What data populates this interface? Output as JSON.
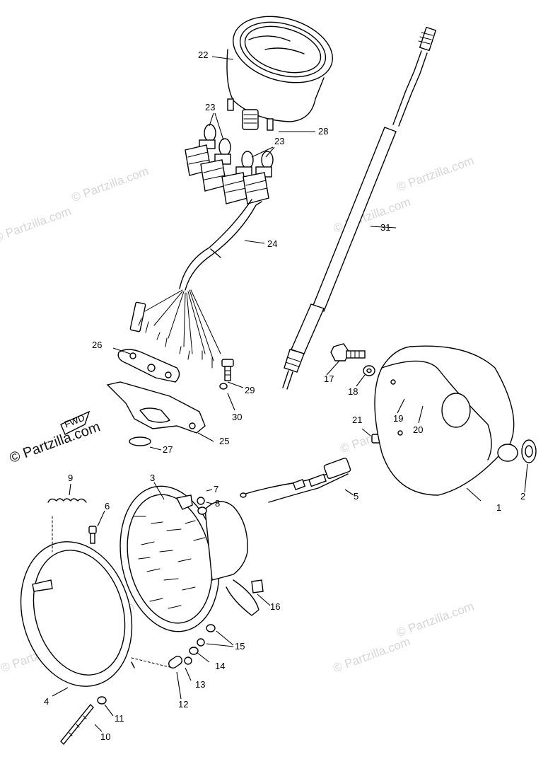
{
  "watermark": {
    "text": "© Partzilla.com",
    "logo_text": "© Partzilla.com",
    "color": "#d6d6d6"
  },
  "arrow_label": "FWD",
  "parts": [
    {
      "id": "p22",
      "label": "22"
    },
    {
      "id": "p23a",
      "label": "23"
    },
    {
      "id": "p23b",
      "label": "23"
    },
    {
      "id": "p28",
      "label": "28"
    },
    {
      "id": "p24",
      "label": "24"
    },
    {
      "id": "p31",
      "label": "31"
    },
    {
      "id": "p26",
      "label": "26"
    },
    {
      "id": "p29",
      "label": "29"
    },
    {
      "id": "p30",
      "label": "30"
    },
    {
      "id": "p25",
      "label": "25"
    },
    {
      "id": "p27",
      "label": "27"
    },
    {
      "id": "p17",
      "label": "17"
    },
    {
      "id": "p18",
      "label": "18"
    },
    {
      "id": "p19",
      "label": "19"
    },
    {
      "id": "p20",
      "label": "20"
    },
    {
      "id": "p21",
      "label": "21"
    },
    {
      "id": "p1",
      "label": "1"
    },
    {
      "id": "p2",
      "label": "2"
    },
    {
      "id": "p5",
      "label": "5"
    },
    {
      "id": "p7",
      "label": "7"
    },
    {
      "id": "p8",
      "label": "8"
    },
    {
      "id": "p3",
      "label": "3"
    },
    {
      "id": "p9",
      "label": "9"
    },
    {
      "id": "p6",
      "label": "6"
    },
    {
      "id": "p16",
      "label": "16"
    },
    {
      "id": "p15",
      "label": "15"
    },
    {
      "id": "p14",
      "label": "14"
    },
    {
      "id": "p13",
      "label": "13"
    },
    {
      "id": "p12",
      "label": "12"
    },
    {
      "id": "p11",
      "label": "11"
    },
    {
      "id": "p10",
      "label": "10"
    },
    {
      "id": "p4",
      "label": "4"
    }
  ]
}
